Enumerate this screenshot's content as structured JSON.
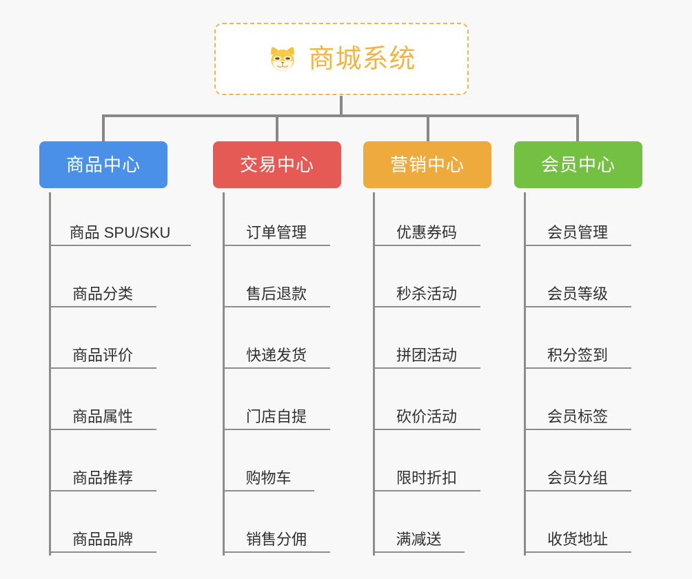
{
  "canvas": {
    "background": "#f8f8f8",
    "line_color": "#8c8c8c"
  },
  "root": {
    "title": "商城系统",
    "icon": "shiba-dog-face-icon",
    "text_color": "#f2b544",
    "border_color": "#f0b64a",
    "background": "#ffffff"
  },
  "columns": [
    {
      "label": "商品中心",
      "color": "#4a90e8",
      "items": [
        "商品 SPU/SKU",
        "商品分类",
        "商品评价",
        "商品属性",
        "商品推荐",
        "商品品牌"
      ]
    },
    {
      "label": "交易中心",
      "color": "#e65a56",
      "items": [
        "订单管理",
        "售后退款",
        "快递发货",
        "门店自提",
        "购物车",
        "销售分佣"
      ]
    },
    {
      "label": "营销中心",
      "color": "#eeaa3c",
      "items": [
        "优惠券码",
        "秒杀活动",
        "拼团活动",
        "砍价活动",
        "限时折扣",
        "满减送"
      ]
    },
    {
      "label": "会员中心",
      "color": "#74c043",
      "items": [
        "会员管理",
        "会员等级",
        "积分签到",
        "会员标签",
        "会员分组",
        "收货地址"
      ]
    }
  ]
}
